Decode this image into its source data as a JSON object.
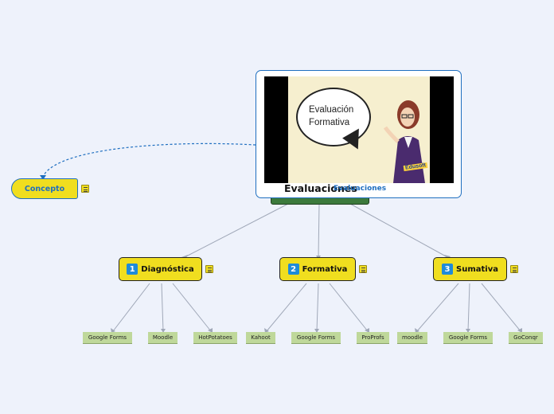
{
  "central": {
    "title": "Evaluaciones",
    "link_text": "Evaluaciones",
    "image": {
      "bubble_text": "Evaluación\nFormativa",
      "brand_mark": "Edusoft"
    }
  },
  "concept": {
    "label": "Concepto"
  },
  "topics": [
    {
      "number": "1",
      "label": "Diagnóstica",
      "tools": [
        "Google Forms",
        "Moodle",
        "HotPotatoes"
      ]
    },
    {
      "number": "2",
      "label": "Formativa",
      "tools": [
        "Kahoot",
        "Google Forms",
        "ProProfs"
      ]
    },
    {
      "number": "3",
      "label": "Sumativa",
      "tools": [
        "moodle",
        "Google Forms",
        "GoConqr"
      ]
    }
  ],
  "colors": {
    "background": "#eef2fb",
    "topic_fill": "#f0de1f",
    "leaf_fill": "#bfd89a",
    "accent_blue": "#1f6fc0",
    "badge_blue": "#1f8bd8",
    "central_green": "#3c7a3c",
    "connector": "#a0a8b8"
  },
  "icons": [
    "note-icon",
    "number-badge"
  ]
}
